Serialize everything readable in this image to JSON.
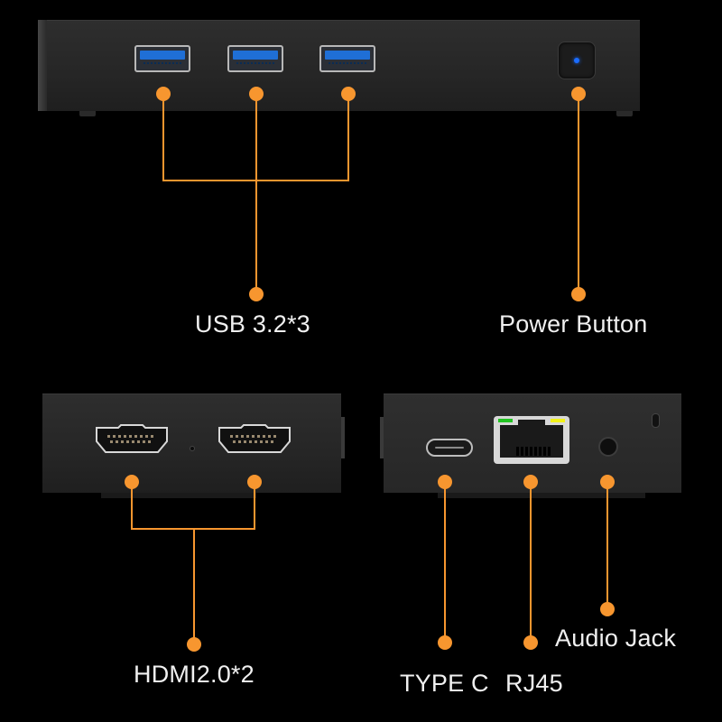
{
  "image": {
    "description": "Mini PC port diagram",
    "accent_color": "#f7962f",
    "background_color": "#000000"
  },
  "views": {
    "front": {
      "ports": [
        {
          "name": "usb-port-1",
          "icon": "usb-a-port"
        },
        {
          "name": "usb-port-2",
          "icon": "usb-a-port"
        },
        {
          "name": "usb-port-3",
          "icon": "usb-a-port"
        },
        {
          "name": "power-button",
          "icon": "power-button",
          "led_color": "#1a6cff"
        }
      ]
    },
    "side_left": {
      "ports": [
        {
          "name": "hdmi-port-1",
          "icon": "hdmi-port"
        },
        {
          "name": "hdmi-port-2",
          "icon": "hdmi-port"
        }
      ]
    },
    "side_right": {
      "ports": [
        {
          "name": "type-c-port",
          "icon": "usb-c-port"
        },
        {
          "name": "rj45-port",
          "icon": "ethernet-port",
          "led_colors": [
            "#22c322",
            "#f2f21a"
          ]
        },
        {
          "name": "audio-jack",
          "icon": "audio-jack"
        }
      ]
    }
  },
  "labels": {
    "usb": "USB 3.2*3",
    "power": "Power Button",
    "hdmi": "HDMI2.0*2",
    "type_c": "TYPE C",
    "rj45": "RJ45",
    "audio": "Audio Jack"
  }
}
